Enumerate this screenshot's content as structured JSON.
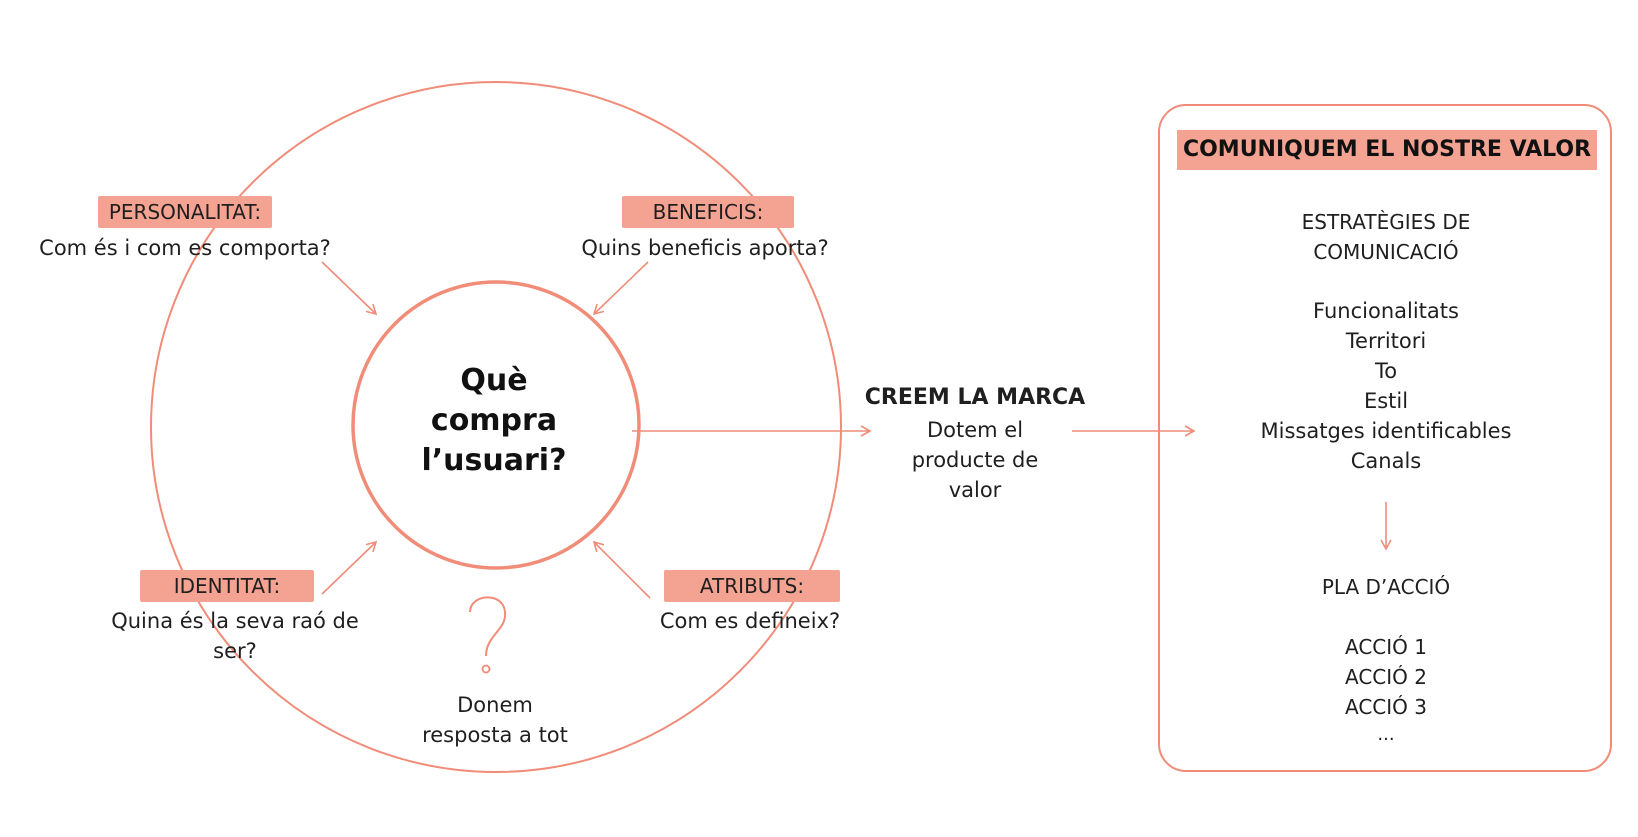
{
  "center": {
    "question": "Què compra l’usuari?"
  },
  "left_nodes": {
    "personalitat": {
      "tag": "PERSONALITAT:",
      "text": "Com és i com es comporta?"
    },
    "beneficis": {
      "tag": "BENEFICIS:",
      "text": "Quins beneficis aporta?"
    },
    "identitat": {
      "tag": "IDENTITAT:",
      "text1": "Quina és la seva raó de",
      "text2": "ser?"
    },
    "atributs": {
      "tag": "ATRIBUTS:",
      "text": "Com es defineix?"
    },
    "donem": {
      "line1": "Donem",
      "line2": "resposta a tot",
      "icon": "question-mark-icon"
    }
  },
  "middle": {
    "title": "CREEM LA MARCA",
    "line1": "Dotem el",
    "line2": "producte de",
    "line3": "valor"
  },
  "right_box": {
    "title": "COMUNIQUEM EL NOSTRE VALOR",
    "strategies_line1": "ESTRATÈGIES DE",
    "strategies_line2": "COMUNICACIÓ",
    "items": [
      "Funcionalitats",
      "Territori",
      "To",
      "Estil",
      "Missatges identificables",
      "Canals"
    ],
    "plan_title": "PLA D’ACCIÓ",
    "actions": [
      "ACCIÓ 1",
      "ACCIÓ 2",
      "ACCIÓ 3",
      "..."
    ]
  },
  "colors": {
    "accent": "#f08c78",
    "tag_fill": "#f4a392",
    "text": "#1f1f1f"
  }
}
